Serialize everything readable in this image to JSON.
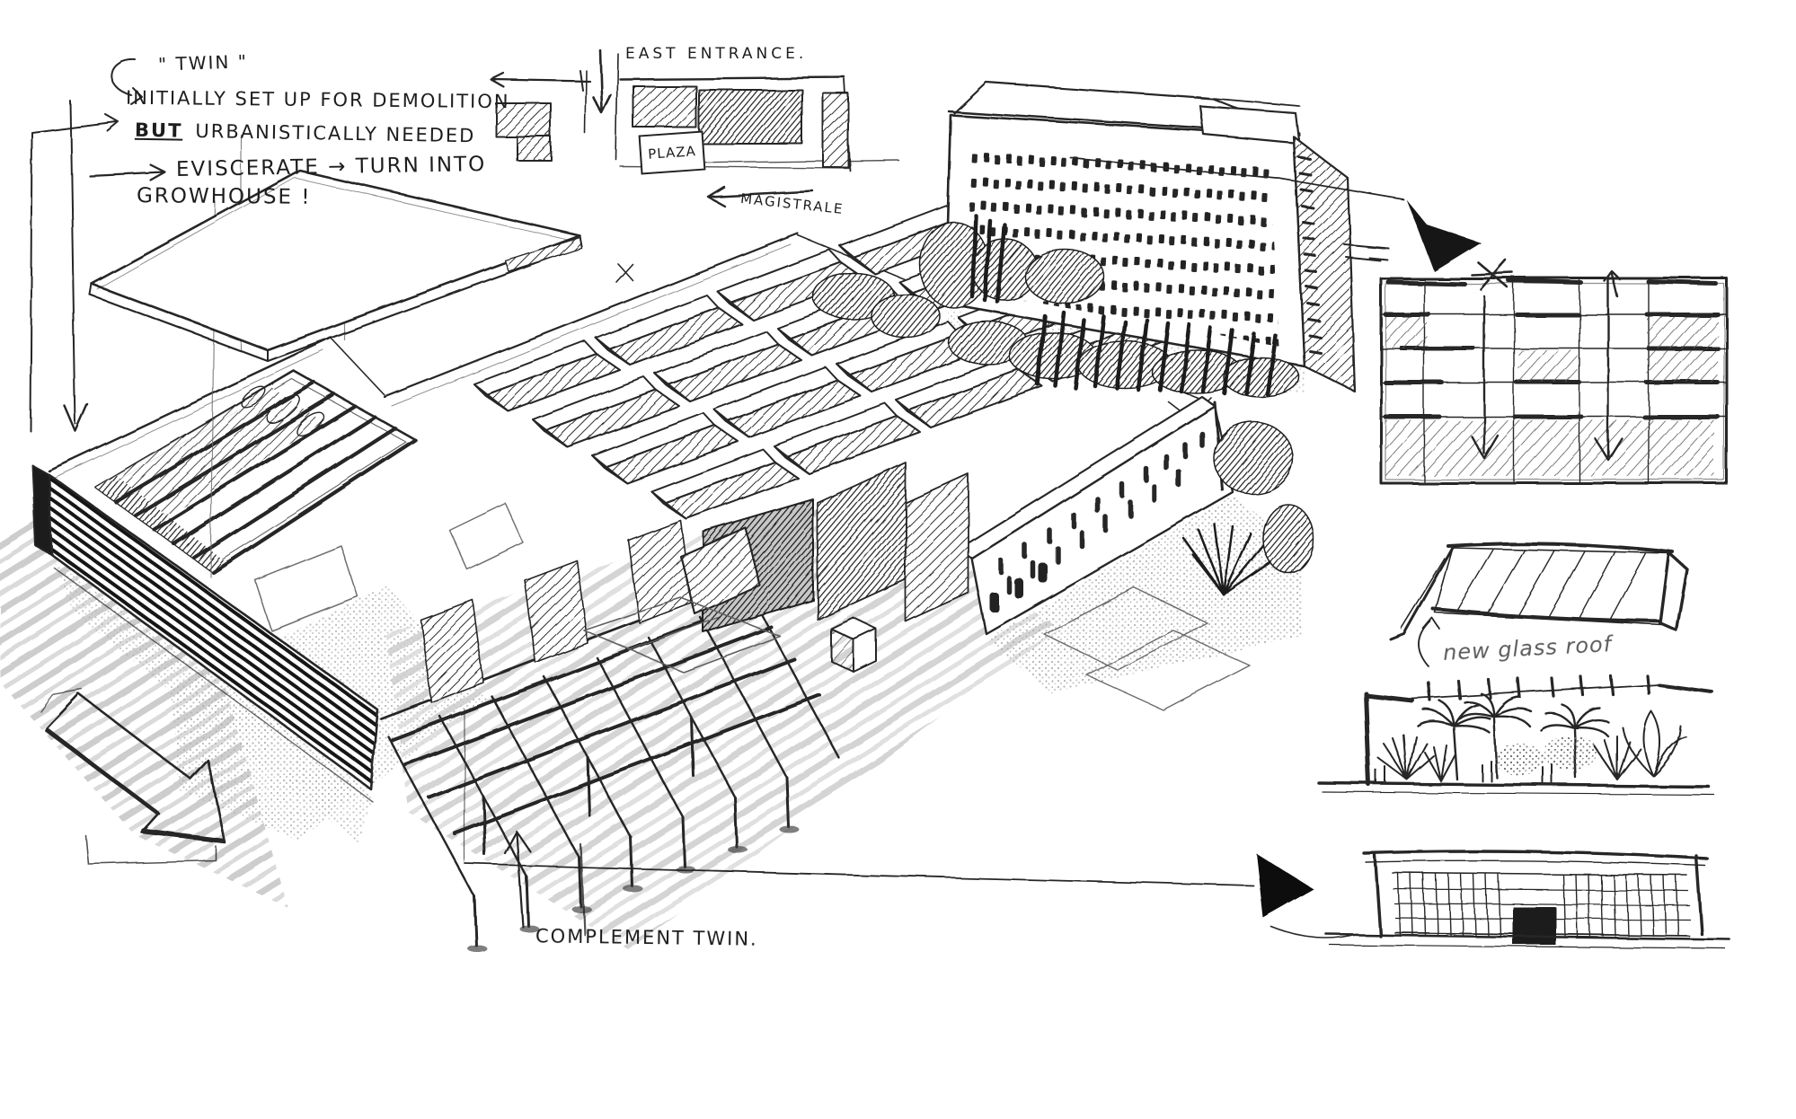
{
  "annotations": {
    "twin_label": "\" TWIN \"",
    "demolition_note": "INITIALLY SET UP FOR DEMOLITION",
    "but_emphasis": "BUT",
    "urbanism_note": "URBANISTICALLY NEEDED",
    "eviscerate_note": "EVISCERATE → TURN INTO",
    "growhouse_note": "GROWHOUSE !",
    "east_entrance_label": "EAST ENTRANCE.",
    "plaza_label": "PLAZA",
    "magistrale_label": "MAGISTRALE",
    "new_glass_roof_label": "new glass roof",
    "complement_twin_label": "COMPLEMENT TWIN."
  },
  "palette": {
    "pencil_dark": "#262626",
    "pencil_mid": "#5a5a5a",
    "pencil_light": "#9a9a9a",
    "paper": "#ffffff"
  }
}
